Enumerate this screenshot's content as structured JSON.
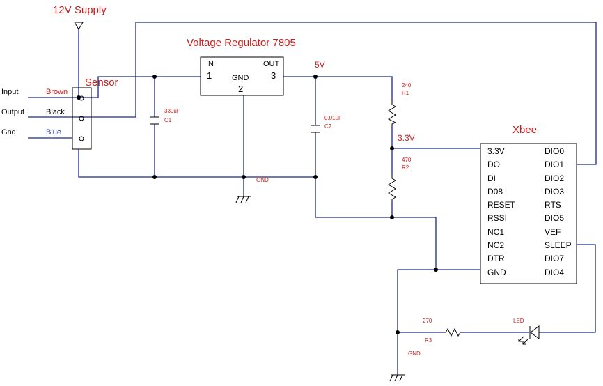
{
  "supply": {
    "title": "12V Supply"
  },
  "sensor": {
    "title": "Sensor",
    "pins": [
      {
        "signal": "Input",
        "wire": "Brown"
      },
      {
        "signal": "Output",
        "wire": "Black"
      },
      {
        "signal": "Gnd",
        "wire": "Blue"
      }
    ]
  },
  "regulator": {
    "title": "Voltage Regulator 7805",
    "in_label": "IN",
    "in_num": "1",
    "gnd_label": "GND",
    "gnd_num": "2",
    "out_label": "OUT",
    "out_num": "3"
  },
  "nets": {
    "five_volt": "5V",
    "three_v3": "3.3V",
    "gnd1": "GND",
    "gnd2": "GND"
  },
  "capacitors": [
    {
      "value": "330uF",
      "ref": "C1"
    },
    {
      "value": "0.01uF",
      "ref": "C2"
    }
  ],
  "resistors": [
    {
      "value": "240",
      "ref": "R1"
    },
    {
      "value": "470",
      "ref": "R2"
    },
    {
      "value": "270",
      "ref": "R3"
    }
  ],
  "led": {
    "label": "LED"
  },
  "xbee": {
    "title": "Xbee",
    "left_pins": [
      "3.3V",
      "DO",
      "DI",
      "D08",
      "RESET",
      "RSSI",
      "NC1",
      "NC2",
      "DTR",
      "GND"
    ],
    "right_pins": [
      "DIO0",
      "DIO1",
      "DIO2",
      "DIO3",
      "RTS",
      "DIO5",
      "VEF",
      "SLEEP",
      "DIO7",
      "DIO4"
    ]
  }
}
